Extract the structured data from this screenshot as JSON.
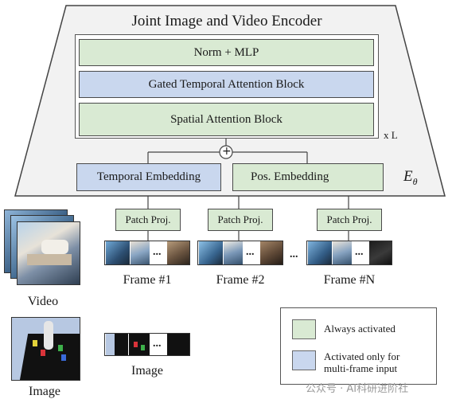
{
  "encoder": {
    "title": "Joint Image and Video Encoder",
    "norm_mlp": "Norm + MLP",
    "gated_temporal": "Gated Temporal Attention Block",
    "spatial": "Spatial Attention Block",
    "repeat": "x L",
    "temporal_embedding": "Temporal Embedding",
    "pos_embedding": "Pos. Embedding",
    "symbol": "E",
    "symbol_sub": "θ",
    "plus": "+"
  },
  "patch_proj": [
    "Patch Proj.",
    "Patch Proj.",
    "Patch Proj."
  ],
  "frames": [
    "Frame #1",
    "Frame #2",
    "Frame #N"
  ],
  "ellipsis": "...",
  "inputs": {
    "video_label": "Video",
    "image_label": "Image",
    "image_tokens_label": "Image"
  },
  "legend": {
    "always": "Always activated",
    "multi_line1": "Activated only for",
    "multi_line2": "multi-frame input",
    "colors": {
      "green": "#d9ead3",
      "blue": "#c9d7ee"
    }
  },
  "watermark": "公众号 · AI科研进阶社"
}
